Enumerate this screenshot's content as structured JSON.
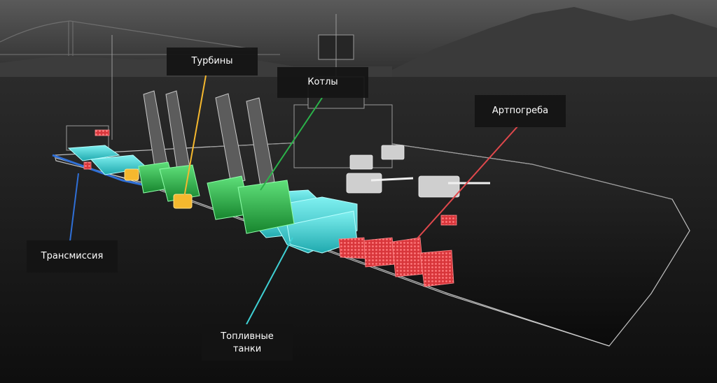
{
  "labels": {
    "turbines": "Турбины",
    "boilers": "Котлы",
    "ammo_storage": "Артпогреба",
    "transmission": "Трансмиссия",
    "fuel_tanks": "Топливные\nтанки"
  },
  "colors": {
    "turbines": "#f5b82e",
    "boilers": "#2bb34a",
    "ammo_storage": "#e0484c",
    "transmission": "#2f6fd6",
    "fuel_tanks": "#3fd0d4"
  }
}
